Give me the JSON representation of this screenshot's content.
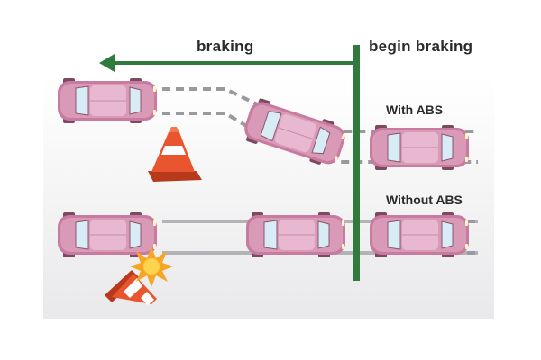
{
  "labels": {
    "braking": "braking",
    "begin_braking": "begin braking",
    "with_abs": "With ABS",
    "without_abs": "Without ABS"
  },
  "colors": {
    "line_green": "#2f7a3c",
    "car_body": "#c97a9f",
    "car_roof": "#e7b8cf",
    "window": "#d8ecf5",
    "cone_orange": "#e8552e",
    "impact_burst": "#f5a623"
  },
  "icons": [
    "car-icon",
    "traffic-cone-icon",
    "impact-burst-icon",
    "arrow-left-icon"
  ]
}
